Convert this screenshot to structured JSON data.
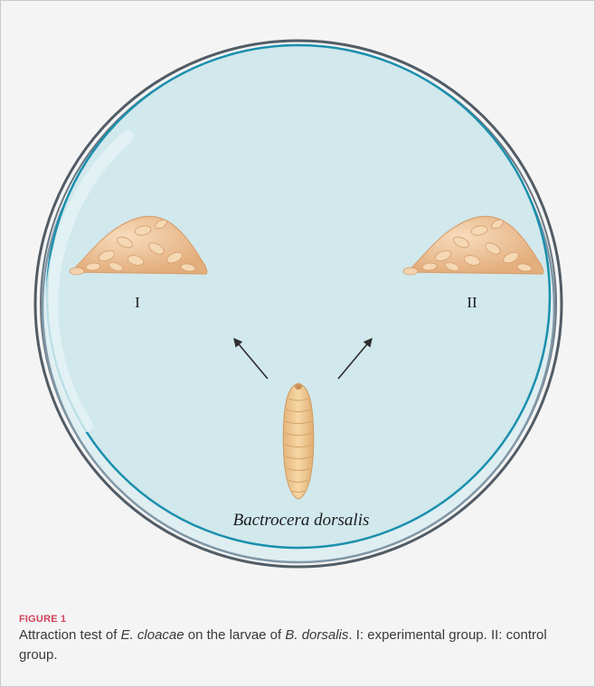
{
  "figure": {
    "label_group_1": "I",
    "label_group_2": "II",
    "species_label": "Bactrocera dorsalis"
  },
  "caption": {
    "title": "FIGURE 1",
    "parts": [
      "Attraction test of ",
      "E. cloacae",
      " on the larvae of ",
      "B. dorsalis",
      ". I: experimental group. II: control group."
    ]
  },
  "colors": {
    "petri_fill": "#d1e8ec",
    "petri_rim_inner": "#1a8fad",
    "petri_rim_outer": "#515c66",
    "oat_base": "#eec59a",
    "larva": "#f0cd98",
    "caption_title": "#d0435a",
    "caption_text": "#3a3a3a"
  }
}
